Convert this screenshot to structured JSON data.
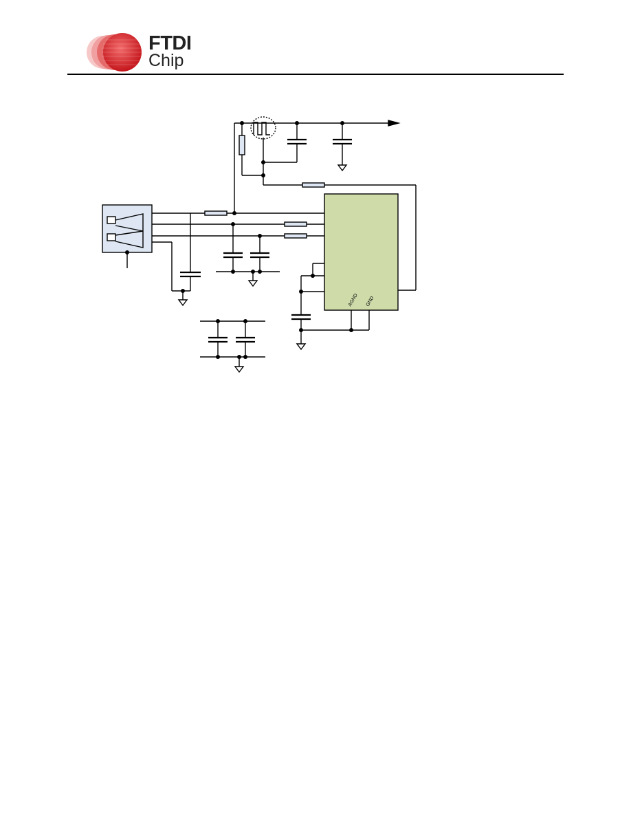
{
  "header": {
    "logo": {
      "line1": "FTDI",
      "line2": "Chip",
      "brand_color": "#d11f26"
    }
  },
  "schematic": {
    "ic_fill": "#cfdcaa",
    "connector_fill": "#dde6f2",
    "resistor_fill": "#dde6f2",
    "pin_labels": [
      "AGND",
      "GND"
    ]
  }
}
